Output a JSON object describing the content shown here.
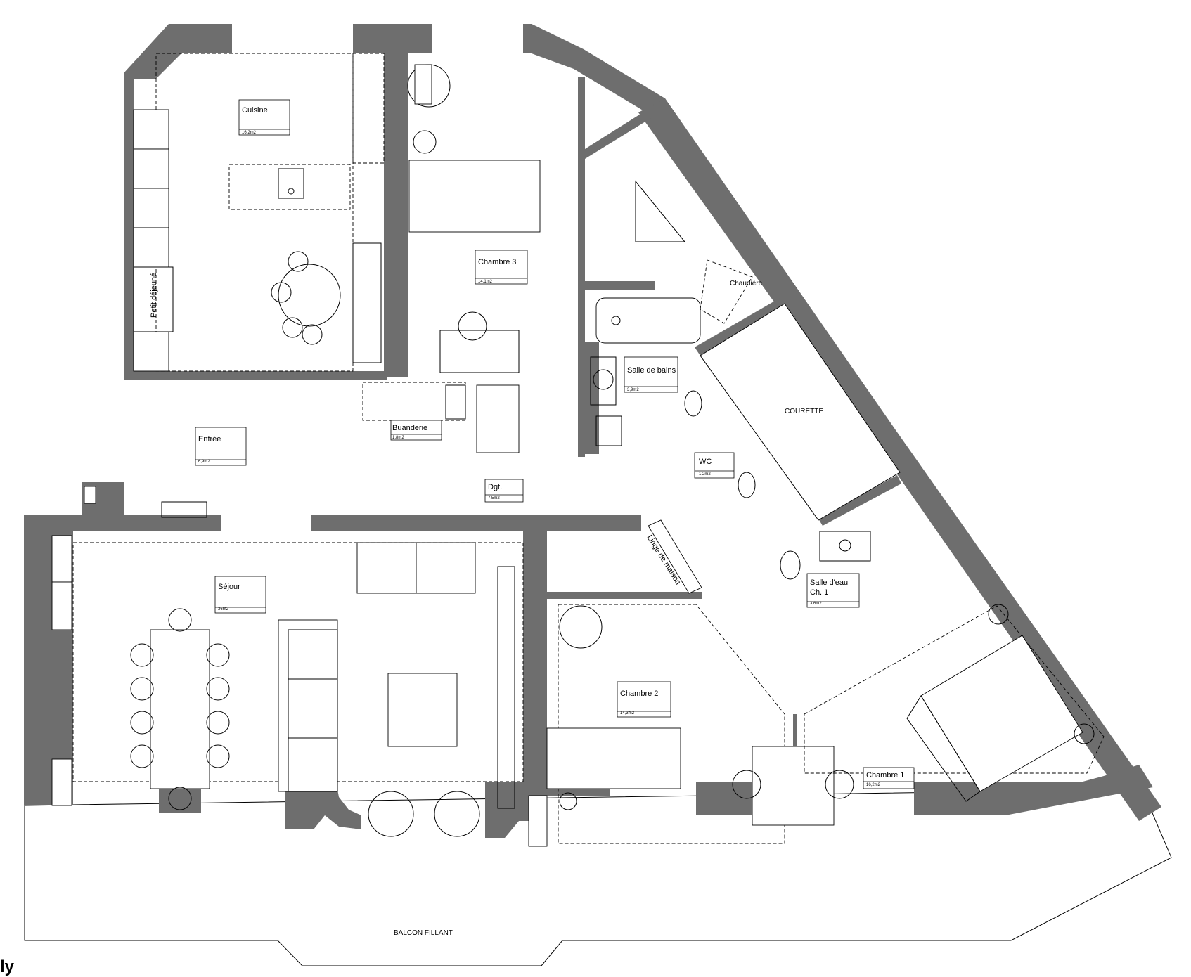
{
  "rooms": {
    "cuisine": {
      "name": "Cuisine",
      "area": "16,2m2"
    },
    "petit_dejeuner": {
      "name": "Petit déjeuné"
    },
    "chambre3": {
      "name": "Chambre 3",
      "area": "14,1m2"
    },
    "chaudiere": {
      "name": "Chaudière"
    },
    "salle_de_bains": {
      "name": "Salle de bains",
      "area": "3,9m2"
    },
    "courette": {
      "name": "COURETTE"
    },
    "entree": {
      "name": "Entrée",
      "area": "6,9m2"
    },
    "buanderie": {
      "name": "Buanderie",
      "area": "1,8m2"
    },
    "dgt": {
      "name": "Dgt.",
      "area": "7,5m2"
    },
    "wc": {
      "name": "WC",
      "area": "1,2m2"
    },
    "linge": {
      "name": "Linge de maison"
    },
    "sejour": {
      "name": "Séjour",
      "area": "36m2"
    },
    "salle_eau_1": {
      "name": "Salle d'eau",
      "area": "3,6m2"
    },
    "salle_eau_2": {
      "name": "Ch. 1"
    },
    "chambre2": {
      "name": "Chambre 2",
      "area": "14,3m2"
    },
    "chambre1": {
      "name": "Chambre 1",
      "area": "16,2m2"
    },
    "balcon": {
      "name": "BALCON FILLANT"
    }
  },
  "corner_text": "ly",
  "colors": {
    "wall": "#6e6e6e",
    "line": "#000000",
    "background": "#ffffff"
  }
}
